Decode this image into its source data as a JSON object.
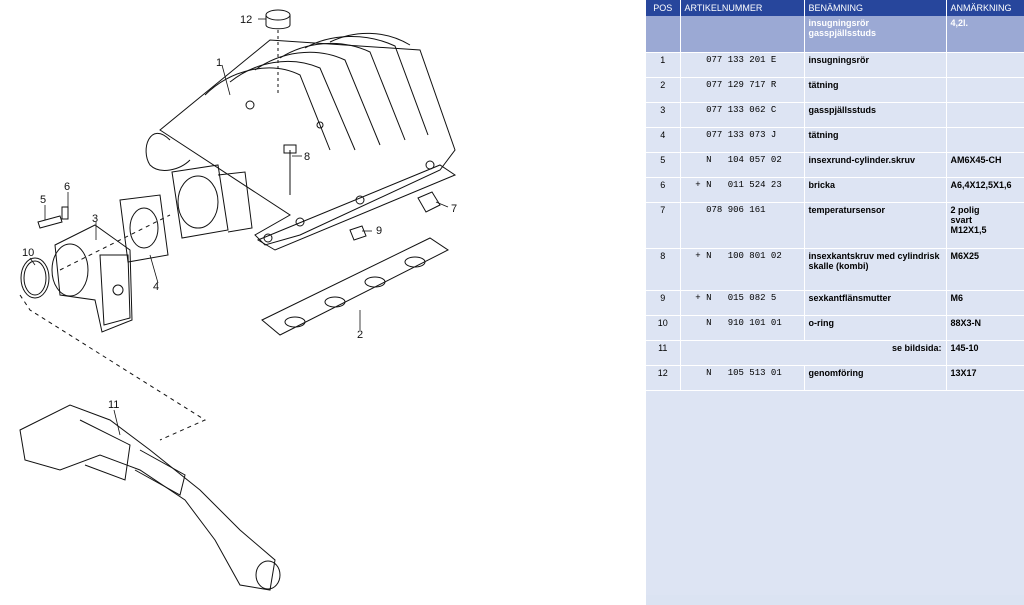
{
  "diagram": {
    "callouts": [
      "1",
      "2",
      "3",
      "4",
      "5",
      "6",
      "7",
      "8",
      "9",
      "10",
      "11",
      "12"
    ]
  },
  "table": {
    "headers": {
      "pos": "POS",
      "art": "ARTIKELNUMMER",
      "name": "BENÄMNING",
      "note": "ANMÄRKNING"
    },
    "header_row": {
      "name_line1": "insugningsrör",
      "name_line2": "gasspjällsstuds",
      "note": "4,2l."
    },
    "rows": [
      {
        "pos": "1",
        "art": "    077 133 201 E",
        "name": "insugningsrör",
        "note": ""
      },
      {
        "pos": "2",
        "art": "    077 129 717 R",
        "name": "tätning",
        "note": ""
      },
      {
        "pos": "3",
        "art": "    077 133 062 C",
        "name": "gasspjällsstuds",
        "note": ""
      },
      {
        "pos": "4",
        "art": "    077 133 073 J",
        "name": "tätning",
        "note": ""
      },
      {
        "pos": "5",
        "art": "    N   104 057 02",
        "name": "insexrund-cylinder.skruv",
        "note": "AM6X45-CH"
      },
      {
        "pos": "6",
        "art": "  + N   011 524 23",
        "name": "bricka",
        "note": "A6,4X12,5X1,6"
      },
      {
        "pos": "7",
        "art": "    078 906 161",
        "name": "temperatursensor",
        "note": "2 polig\nsvart\nM12X1,5"
      },
      {
        "pos": "8",
        "art": "  + N   100 801 02",
        "name": "insexkantskruv med cylindrisk skalle (kombi)",
        "note": "M6X25"
      },
      {
        "pos": "9",
        "art": "  + N   015 082 5",
        "name": "sexkantflänsmutter",
        "note": "M6"
      },
      {
        "pos": "10",
        "art": "    N   910 101 01",
        "name": "o-ring",
        "note": "88X3-N"
      },
      {
        "pos": "11",
        "span": "se bildsida:",
        "note": "145-10"
      },
      {
        "pos": "12",
        "art": "    N   105 513 01",
        "name": "genomföring",
        "note": "13X17"
      }
    ]
  }
}
